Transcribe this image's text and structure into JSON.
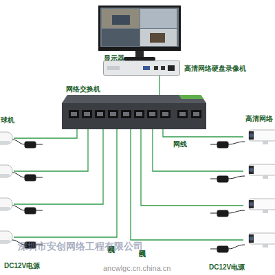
{
  "diagram": {
    "nodes": [
      {
        "text": [
          "显示器"
        ]
      },
      {
        "text": [
          "高清网络硬盘录像机"
        ]
      },
      {
        "text": [
          "网络交换机"
        ]
      },
      {
        "text": [
          "球机"
        ]
      },
      {
        "text": []
      },
      {
        "text": []
      },
      {
        "text": []
      },
      {
        "text": [
          "高清网络"
        ]
      },
      {
        "text": []
      },
      {
        "text": []
      },
      {
        "text": []
      }
    ],
    "edges": [
      {
        "from": 1,
        "to": 2,
        "arrow": "none"
      },
      {
        "from": 2,
        "to": 3,
        "arrow": "none"
      },
      {
        "from": 2,
        "to": 4,
        "arrow": "none"
      },
      {
        "from": 2,
        "to": 5,
        "arrow": "none"
      },
      {
        "from": 2,
        "to": 6,
        "arrow": "none"
      },
      {
        "from": 2,
        "to": 7,
        "arrow": "none"
      },
      {
        "from": 2,
        "to": 8,
        "arrow": "none"
      },
      {
        "from": 2,
        "to": 9,
        "arrow": "none"
      },
      {
        "from": 2,
        "to": 10,
        "arrow": "none"
      }
    ],
    "labels": [
      "网线",
      "网线",
      "网线",
      "DC12V电源",
      "DC12V电源",
      "深圳市安创网络工程有限公司",
      "ancwlgc.cn.china.cn"
    ]
  }
}
